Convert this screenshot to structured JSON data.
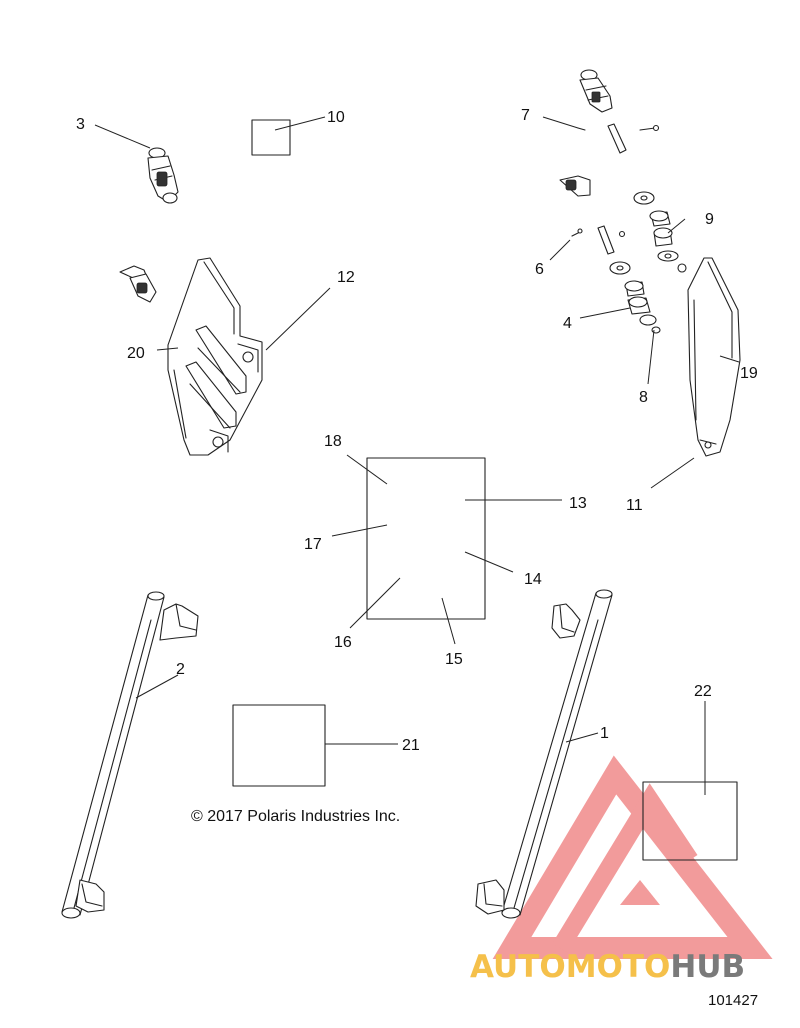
{
  "callouts": {
    "c1": "1",
    "c2": "2",
    "c3": "3",
    "c4": "4",
    "c6": "6",
    "c7": "7",
    "c8": "8",
    "c9": "9",
    "c10": "10",
    "c11": "11",
    "c12": "12",
    "c13": "13",
    "c14": "14",
    "c15": "15",
    "c16": "16",
    "c17": "17",
    "c18": "18",
    "c19": "19",
    "c20": "20",
    "c21": "21",
    "c22": "22"
  },
  "copyright": "© 2017 Polaris Industries Inc.",
  "reference_number": "101427",
  "watermark": {
    "brand_part1": "AUTOMOTO",
    "brand_part2": "HUB",
    "color_primary": "#f08a8a",
    "color_accent": "#f5c04a",
    "color_secondary": "#7a7a7a"
  }
}
